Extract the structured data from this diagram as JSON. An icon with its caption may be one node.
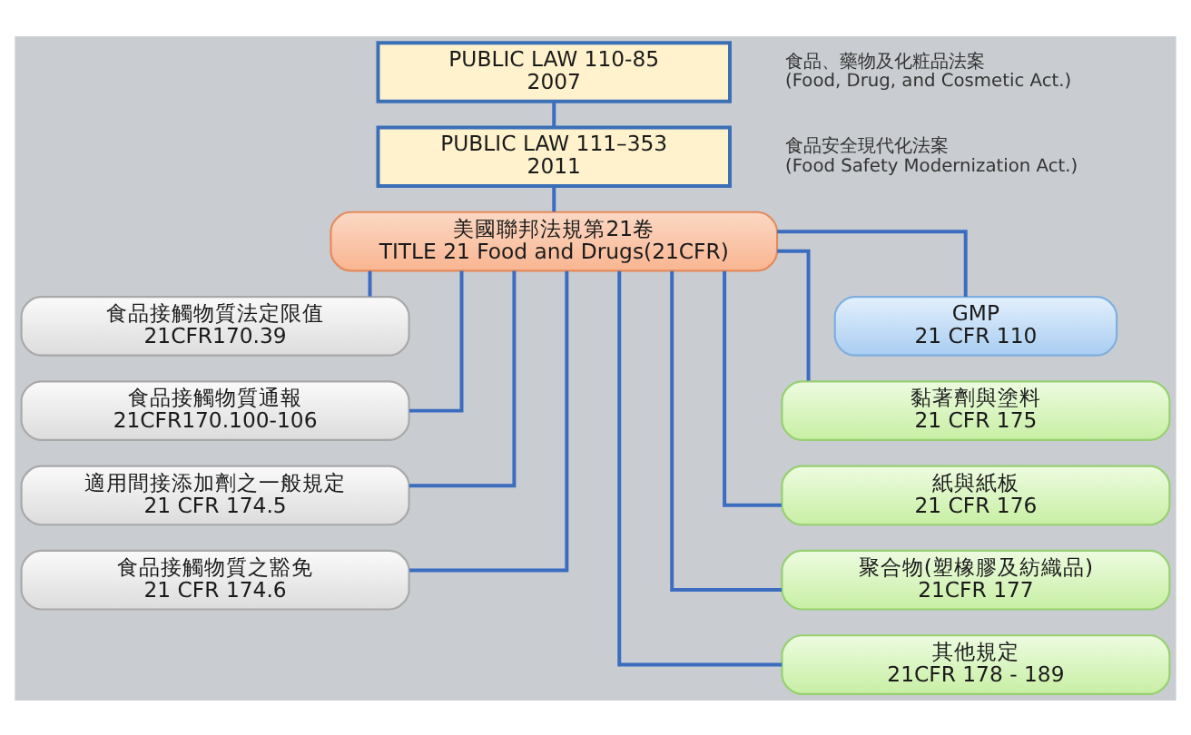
{
  "diagram": {
    "nodes": [
      {
        "text": [
          "PUBLIC LAW 110-85",
          "2007"
        ],
        "beside": [
          "食品、藥物及化粧品法案",
          "(Food, Drug, and Cosmetic Act.)"
        ]
      },
      {
        "text": [
          "PUBLIC LAW 111–353",
          "2011"
        ],
        "beside": [
          "食品安全現代化法案",
          "(Food Safety Modernization Act.)"
        ]
      },
      {
        "text": [
          "美國聯邦法規第21卷",
          "TITLE 21 Food and Drugs(21CFR)"
        ]
      },
      {
        "text": [
          "GMP",
          "21 CFR 110"
        ]
      },
      {
        "text": [
          "食品接觸物質法定限值",
          "21CFR170.39"
        ]
      },
      {
        "text": [
          "食品接觸物質通報",
          "21CFR170.100-106"
        ]
      },
      {
        "text": [
          "適用間接添加劑之一般規定",
          "21 CFR 174.5"
        ]
      },
      {
        "text": [
          "食品接觸物質之豁免",
          "21 CFR 174.6"
        ]
      },
      {
        "text": [
          "黏著劑與塗料",
          "21 CFR 175"
        ]
      },
      {
        "text": [
          "紙與紙板",
          "21 CFR 176"
        ]
      },
      {
        "text": [
          "聚合物(塑橡膠及紡織品)",
          "21CFR 177"
        ]
      },
      {
        "text": [
          "其他規定",
          "21CFR 178 - 189"
        ]
      }
    ],
    "edges": [
      {
        "from": 0,
        "to": 1,
        "arrow": "none"
      },
      {
        "from": 1,
        "to": 2,
        "arrow": "none"
      },
      {
        "from": 2,
        "to": 3,
        "arrow": "none"
      },
      {
        "from": 2,
        "to": 4,
        "arrow": "none"
      },
      {
        "from": 2,
        "to": 5,
        "arrow": "none"
      },
      {
        "from": 2,
        "to": 6,
        "arrow": "none"
      },
      {
        "from": 2,
        "to": 7,
        "arrow": "none"
      },
      {
        "from": 2,
        "to": 8,
        "arrow": "none"
      },
      {
        "from": 2,
        "to": 9,
        "arrow": "none"
      },
      {
        "from": 2,
        "to": 10,
        "arrow": "none"
      },
      {
        "from": 2,
        "to": 11,
        "arrow": "none"
      }
    ]
  }
}
